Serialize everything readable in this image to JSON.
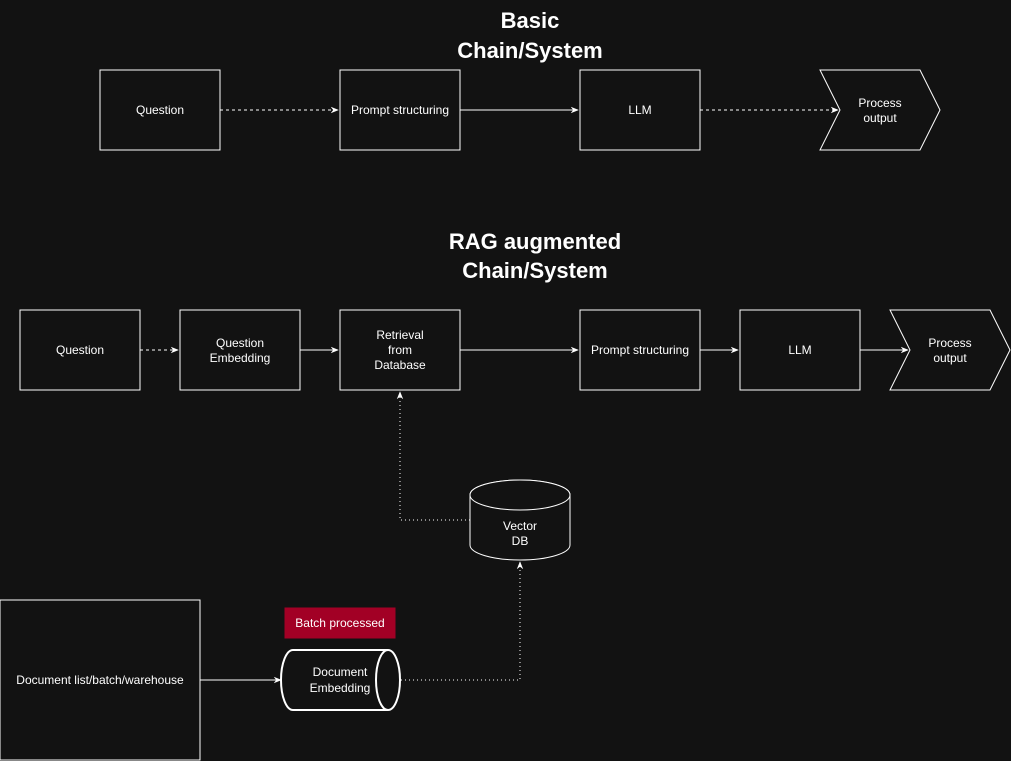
{
  "basic": {
    "title_line1": "Basic",
    "title_line2": "Chain/System",
    "question": "Question",
    "prompt_structuring": "Prompt structuring",
    "llm": "LLM",
    "process_output_line1": "Process",
    "process_output_line2": "output"
  },
  "rag": {
    "title_line1": "RAG augmented",
    "title_line2": "Chain/System",
    "question": "Question",
    "question_embedding_line1": "Question",
    "question_embedding_line2": "Embedding",
    "retrieval_line1": "Retrieval",
    "retrieval_line2": "from",
    "retrieval_line3": "Database",
    "prompt_structuring": "Prompt structuring",
    "llm": "LLM",
    "process_output_line1": "Process",
    "process_output_line2": "output",
    "vector_db_line1": "Vector",
    "vector_db_line2": "DB",
    "document_list": "Document list/batch/warehouse",
    "document_embedding_line1": "Document",
    "document_embedding_line2": "Embedding",
    "batch_badge": "Batch processed"
  },
  "colors": {
    "background": "#121212",
    "stroke": "#ffffff",
    "badge": "#a20025"
  }
}
